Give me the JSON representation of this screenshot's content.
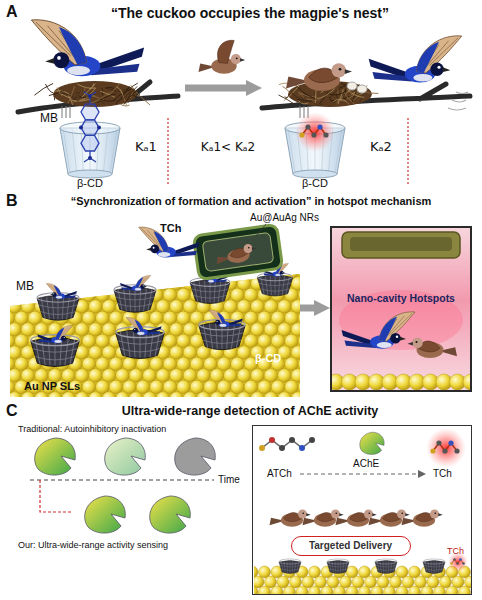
{
  "diagram": {
    "nodes": [
      {
        "text": [
          "MB",
          "β-CD",
          "Kₐ1"
        ]
      },
      {
        "text": [
          "β-CD",
          "Kₐ2"
        ]
      },
      {
        "text": [
          "TCh",
          "Au@AuAg NRs",
          "MB",
          "β-CD",
          "Au NP SLs"
        ]
      },
      {
        "text": [
          "Nano-cavity Hotspots"
        ]
      },
      {
        "text": [
          "ATCh",
          "AChE",
          "TCh",
          "TCh"
        ]
      },
      {
        "text": [
          "Targeted Delivery"
        ],
        "in": 4
      }
    ],
    "edges": [
      {
        "from": 0,
        "to": 1,
        "arrow": "to"
      },
      {
        "from": 2,
        "to": 3,
        "arrow": "to"
      }
    ],
    "labels": [
      "A",
      "“The cuckoo occupies the magpie's nest”",
      "Kₐ1< Kₐ2",
      "B",
      "“Synchronization of formation and activation” in hotspot mechanism",
      "C",
      "Ultra-wide-range detection of AChE activity",
      "Traditional: Autoinhibitory inactivation",
      "Time",
      "Our: Ultra-wide-range activity sensing"
    ]
  }
}
